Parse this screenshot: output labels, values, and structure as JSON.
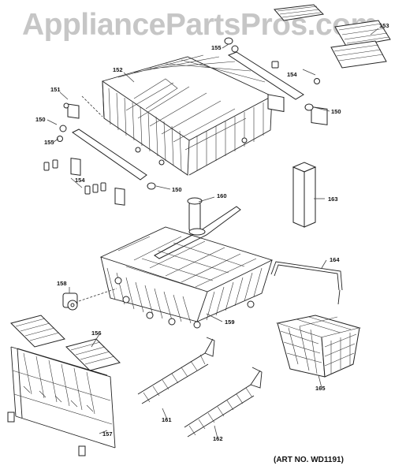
{
  "watermark": "AppliancePartsPros.com",
  "art_number": "(ART NO. WD1191)",
  "part_labels": {
    "p150a": "150",
    "p150b": "150",
    "p150c": "150",
    "p151": "151",
    "p152": "152",
    "p154a": "154",
    "p154b": "154",
    "p155a": "155",
    "p155b": "155",
    "p156": "156",
    "p157": "157",
    "p158": "158",
    "p159": "159",
    "p160": "160",
    "p161": "161",
    "p162": "162",
    "p163": "163",
    "p164": "164",
    "p165": "165",
    "p153": "153"
  }
}
